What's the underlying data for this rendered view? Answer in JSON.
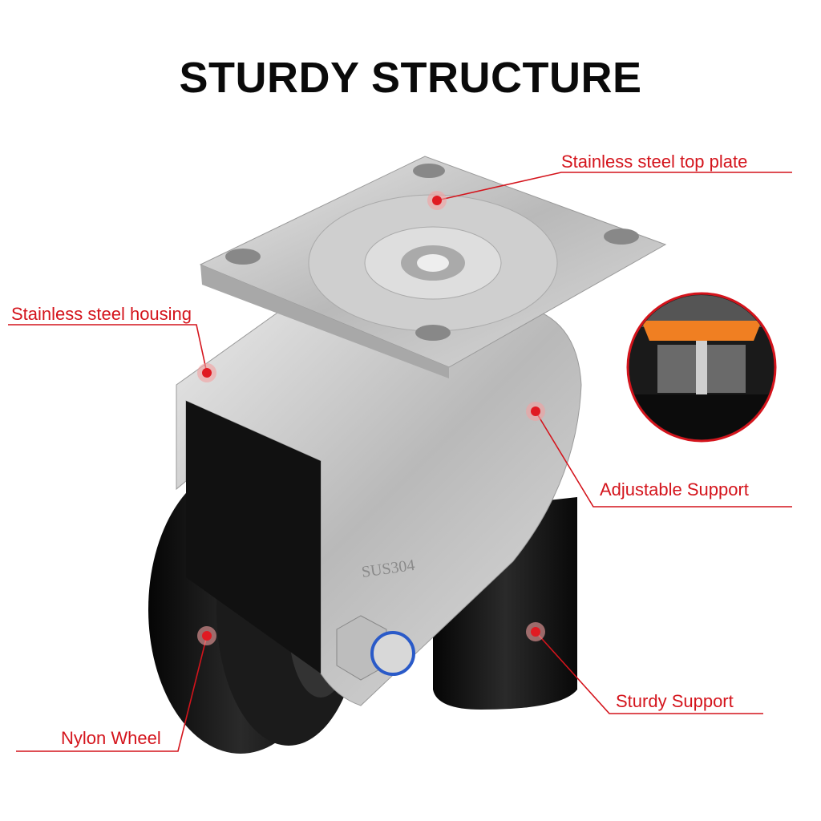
{
  "title": "STURDY STRUCTURE",
  "engraving": "SUS304",
  "callouts": {
    "top_plate": "Stainless steel top plate",
    "housing": "Stainless steel housing",
    "adjustable_support": "Adjustable Support",
    "sturdy_support": "Sturdy Support",
    "nylon_wheel": "Nylon Wheel"
  },
  "colors": {
    "accent": "#d4141c",
    "steel": "#c9c9c9",
    "wheel": "#141414",
    "orange": "#f07f22"
  }
}
